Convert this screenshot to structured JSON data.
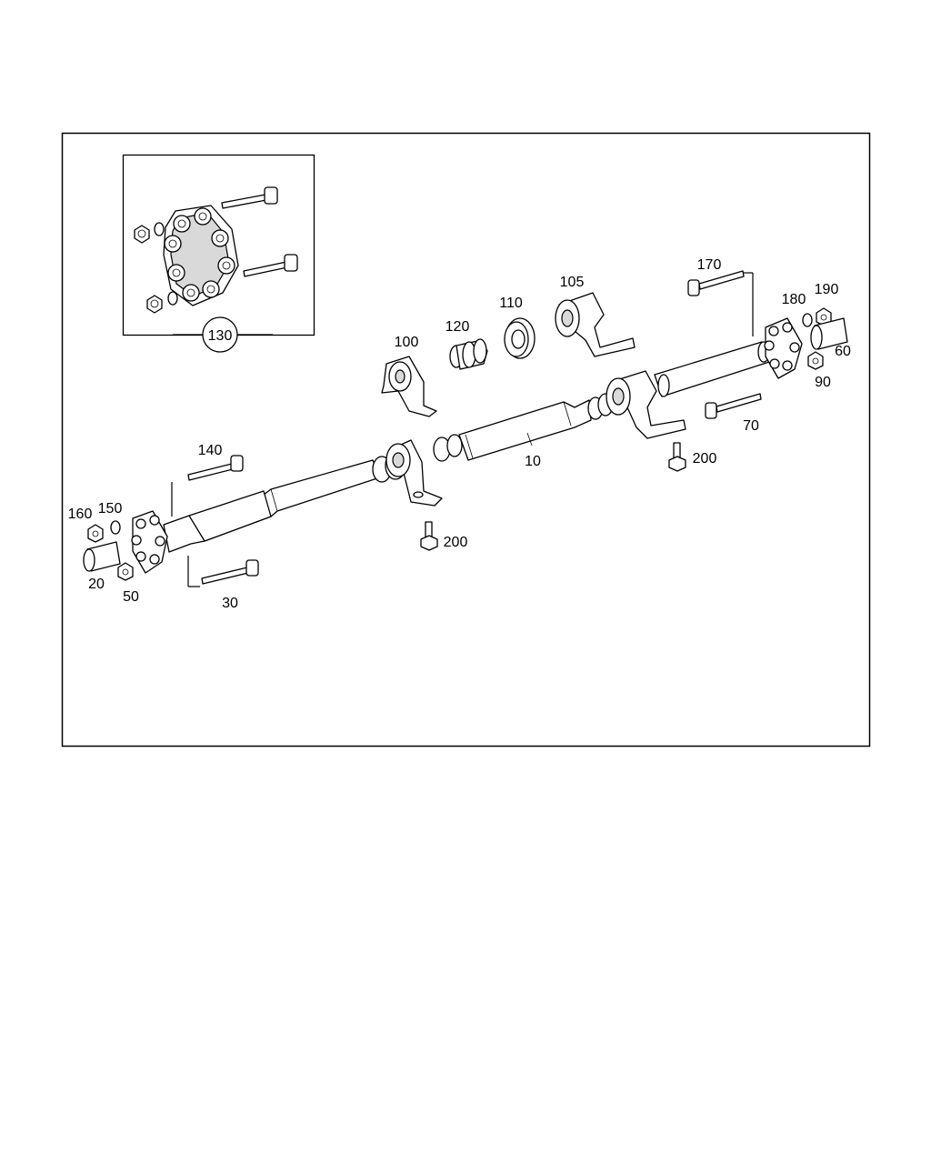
{
  "callouts": [
    {
      "id": "c130",
      "label": "130"
    },
    {
      "id": "c100",
      "label": "100"
    },
    {
      "id": "c120",
      "label": "120"
    },
    {
      "id": "c110",
      "label": "110"
    },
    {
      "id": "c105",
      "label": "105"
    },
    {
      "id": "c170",
      "label": "170"
    },
    {
      "id": "c180",
      "label": "180"
    },
    {
      "id": "c190",
      "label": "190"
    },
    {
      "id": "c60",
      "label": "60"
    },
    {
      "id": "c90",
      "label": "90"
    },
    {
      "id": "c70",
      "label": "70"
    },
    {
      "id": "c200a",
      "label": "200"
    },
    {
      "id": "c10",
      "label": "10"
    },
    {
      "id": "c140",
      "label": "140"
    },
    {
      "id": "c200b",
      "label": "200"
    },
    {
      "id": "c160",
      "label": "160"
    },
    {
      "id": "c150",
      "label": "150"
    },
    {
      "id": "c20",
      "label": "20"
    },
    {
      "id": "c50",
      "label": "50"
    },
    {
      "id": "c30",
      "label": "30"
    }
  ]
}
